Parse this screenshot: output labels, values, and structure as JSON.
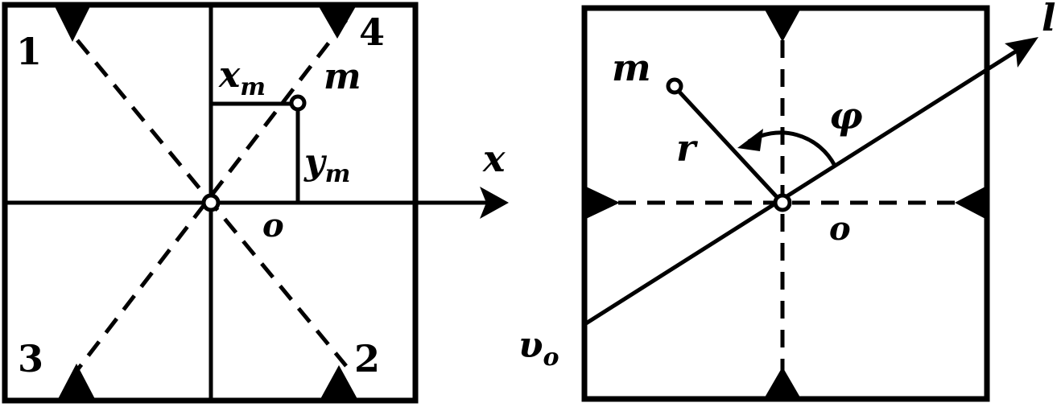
{
  "left_panel": {
    "corner_labels": {
      "top_left": "1",
      "top_right": "4",
      "bottom_left": "3",
      "bottom_right": "2"
    },
    "axis_label": "x",
    "origin_label": "o",
    "point_label": "m",
    "xm": {
      "base": "x",
      "sub": "m"
    },
    "ym": {
      "base": "y",
      "sub": "m"
    }
  },
  "right_panel": {
    "point_label": "m",
    "radius_label": "r",
    "angle_label": "φ",
    "line_label": "l",
    "origin_label": "o",
    "v0": {
      "base": "υ",
      "sub": "o"
    }
  }
}
